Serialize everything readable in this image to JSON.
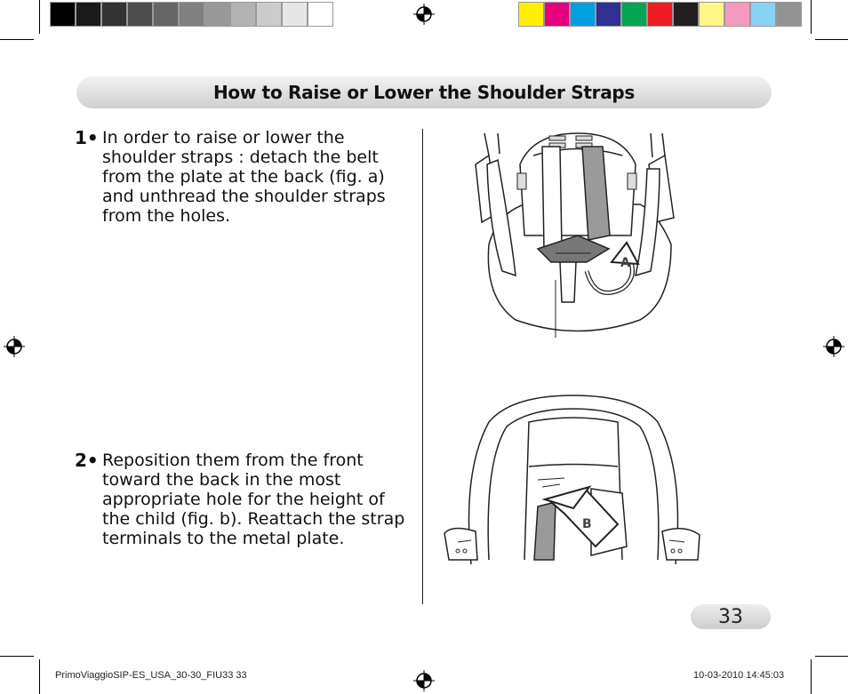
{
  "color_bar": {
    "grays": [
      "#000000",
      "#1a1a1a",
      "#333333",
      "#4d4d4d",
      "#666666",
      "#808080",
      "#999999",
      "#b3b3b3",
      "#cccccc",
      "#e6e6e6",
      "#ffffff"
    ],
    "colors": [
      "#ffef00",
      "#e6007e",
      "#00a0e3",
      "#2e3192",
      "#00a651",
      "#ed1c24",
      "#231f20",
      "#fff685",
      "#f49ac1",
      "#87d1f4",
      "#939393"
    ]
  },
  "title": "How to Raise or Lower the Shoulder Straps",
  "steps": [
    {
      "number": "1•",
      "text": "In order to raise or lower the shoulder straps : detach the belt from the plate at the back (fig. a) and unthread the shoulder straps from the holes."
    },
    {
      "number": "2•",
      "text": "Reposition them from the front toward the back in the most appropriate hole for the height of the child (fig. b). Reattach the strap terminals to the metal plate."
    }
  ],
  "figures": {
    "a": {
      "label": "A"
    },
    "b": {
      "label": "B"
    }
  },
  "page_number": "33",
  "footer": {
    "left": "PrimoViaggioSIP-ES_USA_30-30_FIU33   33",
    "right": "10-03-2010   14:45:03"
  }
}
